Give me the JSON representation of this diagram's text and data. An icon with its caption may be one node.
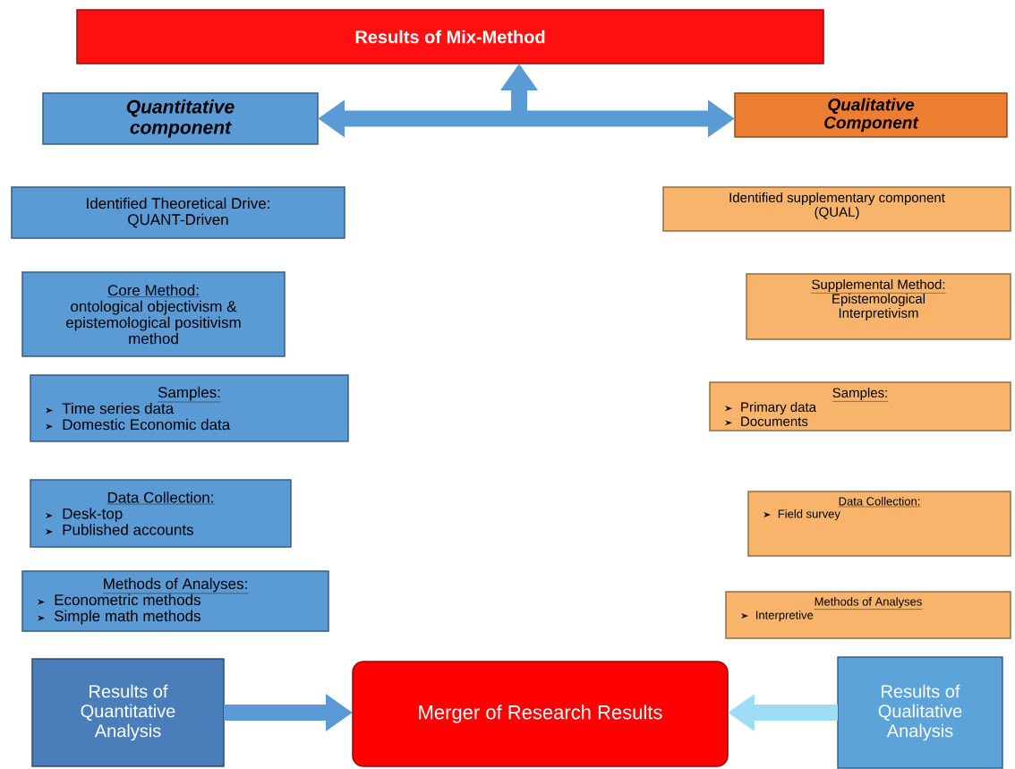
{
  "diagram": {
    "nodes": [
      {
        "text": [
          "Results of Mix-Method"
        ]
      },
      {
        "text": [
          "Quantitative component"
        ]
      },
      {
        "text": [
          "Qualitative Component"
        ]
      },
      {
        "text": [
          "Identified Theoretical Drive: QUANT-Driven"
        ]
      },
      {
        "text": [
          "Core Method:",
          "ontological objectivism & epistemological positivism method"
        ]
      },
      {
        "text": [
          "Samples:",
          "Time series data",
          "Domestic Economic data"
        ]
      },
      {
        "text": [
          "Data Collection:",
          "Desk-top",
          "Published accounts"
        ]
      },
      {
        "text": [
          "Methods of Analyses:",
          "Econometric methods",
          "Simple math methods"
        ]
      },
      {
        "text": [
          "Identified supplementary component (QUAL)"
        ]
      },
      {
        "text": [
          "Supplemental Method:",
          "Epistemological Interpretivism"
        ]
      },
      {
        "text": [
          "Samples:",
          "Primary data",
          "Documents"
        ]
      },
      {
        "text": [
          "Data Collection:",
          "Field survey"
        ]
      },
      {
        "text": [
          "Methods of Analyses",
          "Interpretive"
        ]
      },
      {
        "text": [
          "Results of Quantitative Analysis"
        ]
      },
      {
        "text": [
          "Merger of Research Results"
        ]
      },
      {
        "text": [
          "Results of Qualitative Analysis"
        ]
      }
    ],
    "edges": [
      {
        "from": 1,
        "to": 2,
        "arrow": "both"
      },
      {
        "from": null,
        "to": 0,
        "arrow": "to"
      },
      {
        "from": 13,
        "to": 14,
        "arrow": "to"
      },
      {
        "from": 15,
        "to": 14,
        "arrow": "to",
        "color": "#9fdcf5"
      }
    ]
  }
}
